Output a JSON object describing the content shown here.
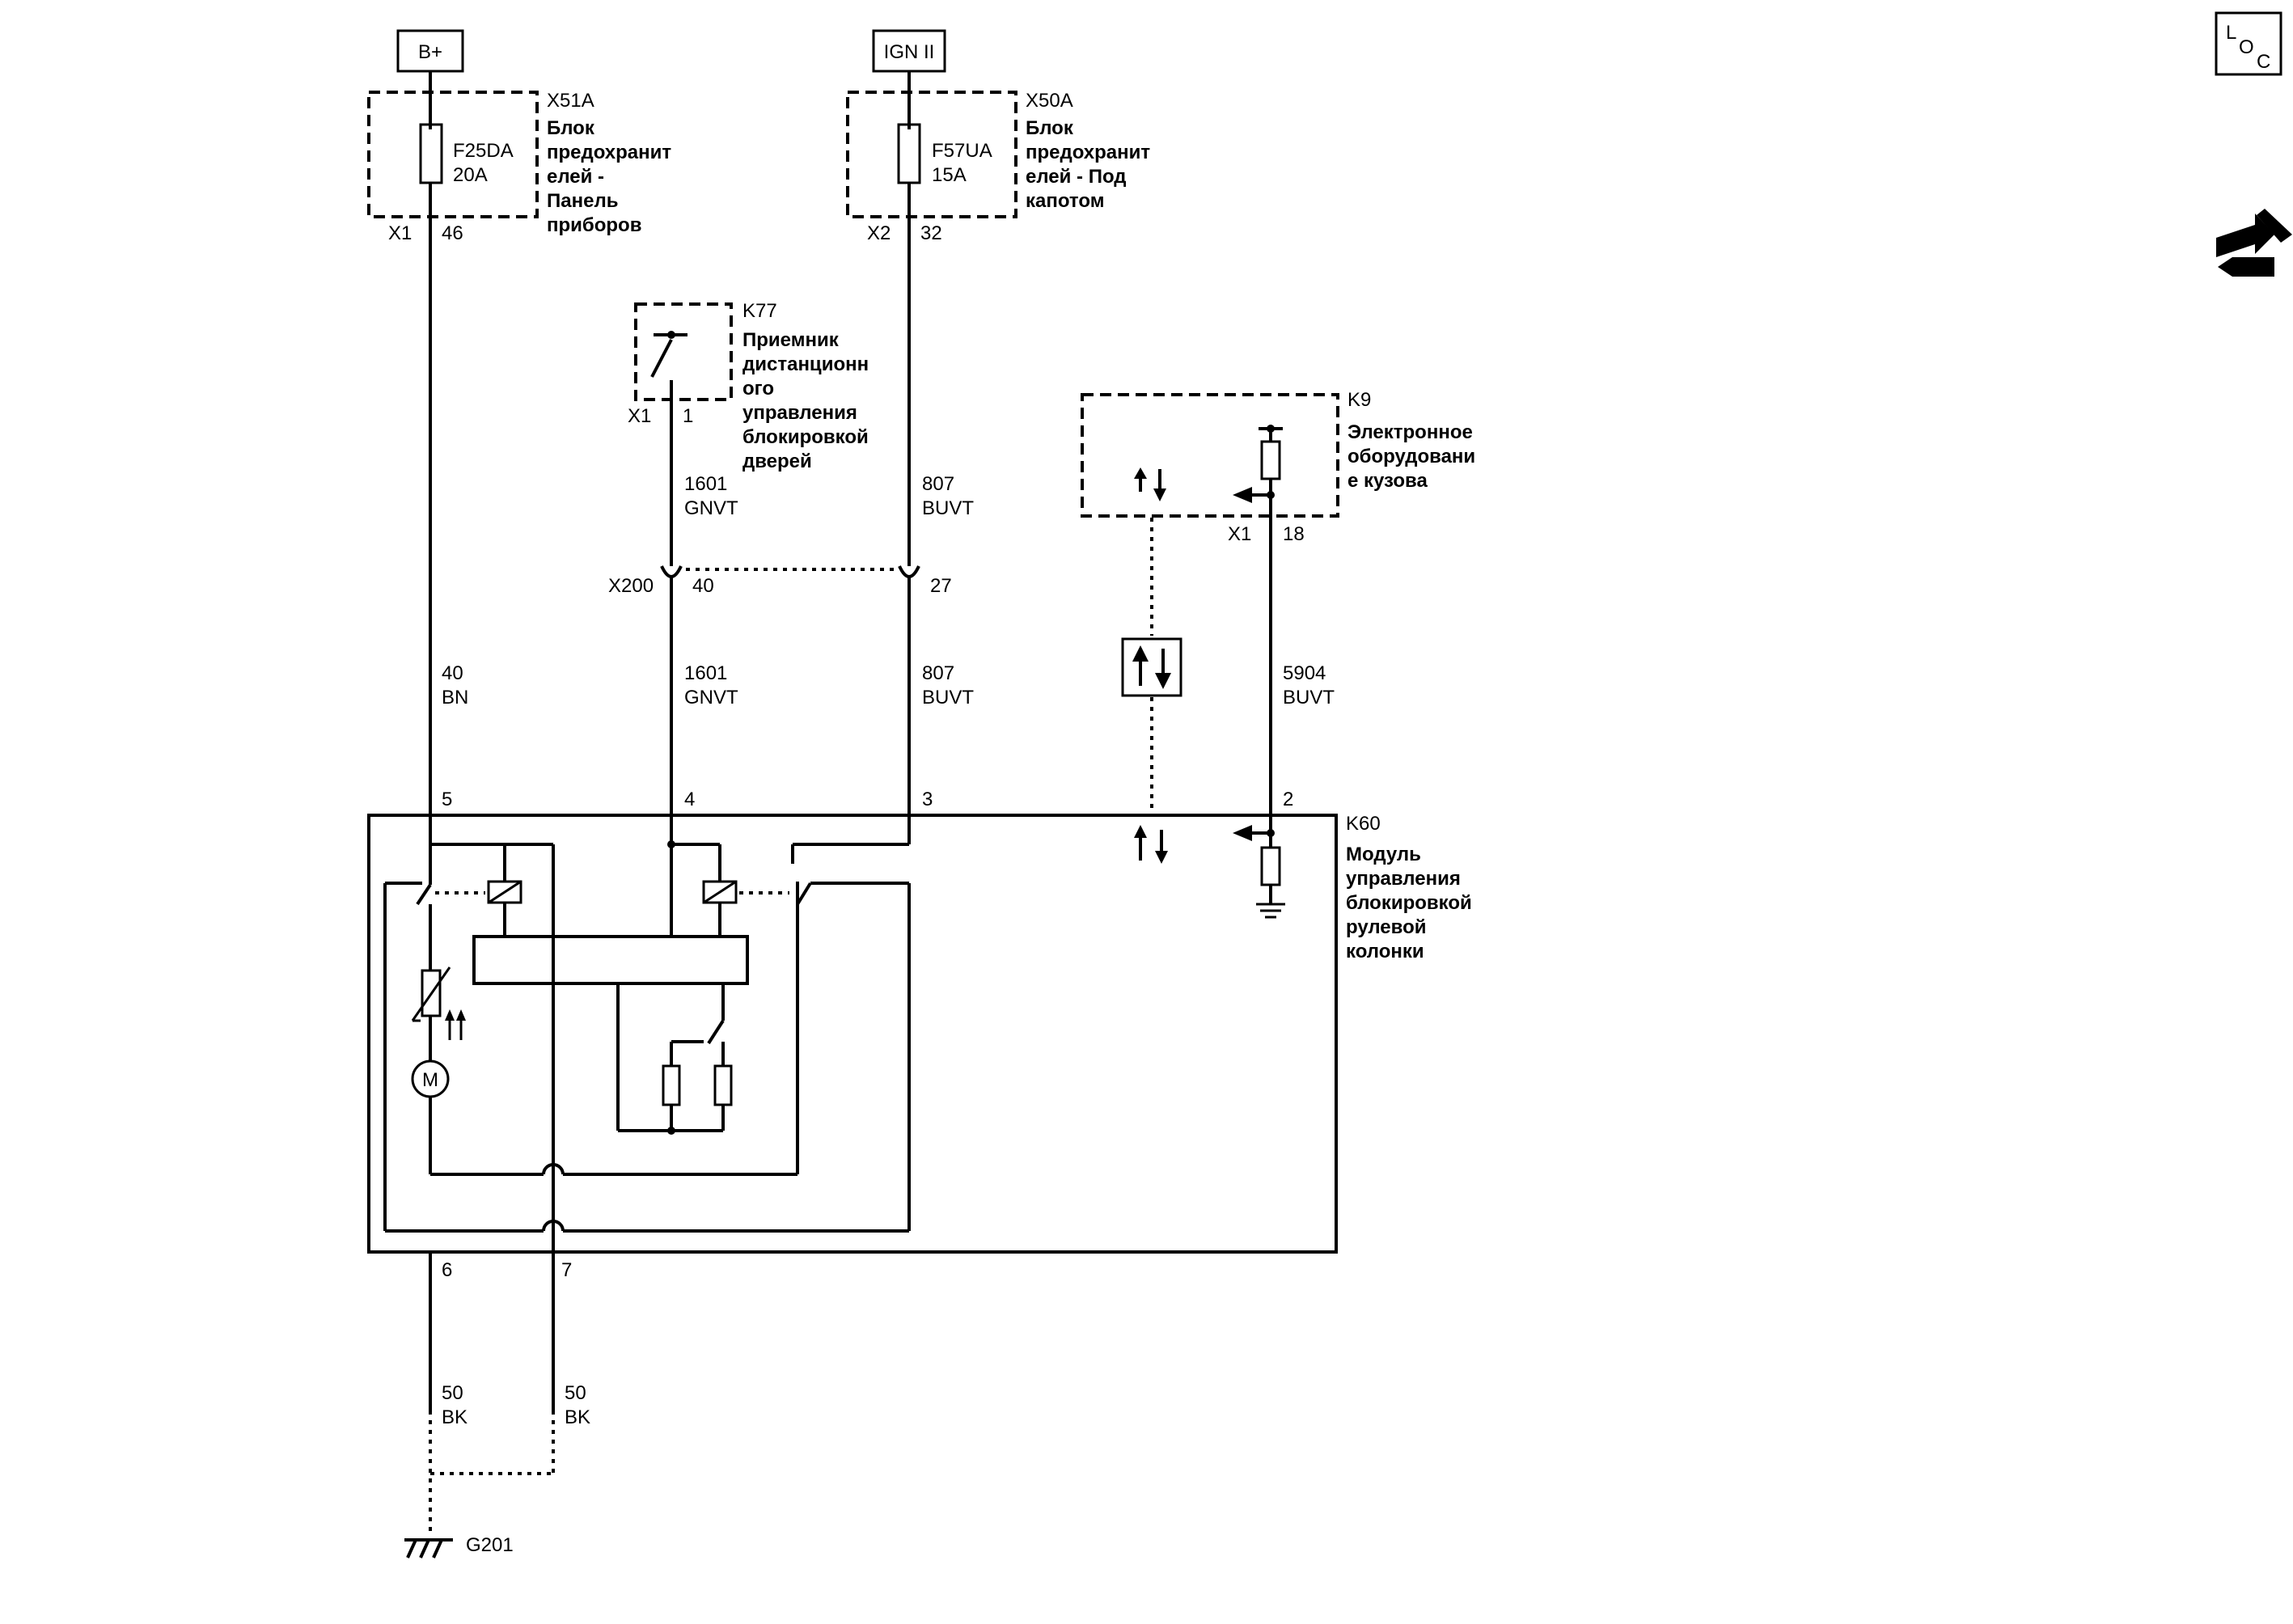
{
  "terminals": {
    "bplus": "B+",
    "ign": "IGN II"
  },
  "fuse_block_ip": {
    "id": "X51A",
    "name_lines": [
      "Блок",
      "предохранит",
      "елей -",
      "Панель",
      "приборов"
    ],
    "fuse": "F25DA",
    "rating": "20A",
    "connector": "X1",
    "pin": "46"
  },
  "fuse_block_uh": {
    "id": "X50A",
    "name_lines": [
      "Блок",
      "предохранит",
      "елей - Под",
      "капотом"
    ],
    "fuse": "F57UA",
    "rating": "15A",
    "connector": "X2",
    "pin": "32"
  },
  "k77": {
    "id": "K77",
    "name_lines": [
      "Приемник",
      "дистанционн",
      "ого",
      "управления",
      "блокировкой",
      "дверей"
    ],
    "connector": "X1",
    "pin": "1"
  },
  "k9": {
    "id": "K9",
    "name_lines": [
      "Электронное",
      "оборудовани",
      "е кузова"
    ],
    "connector": "X1",
    "pin": "18"
  },
  "k60": {
    "id": "K60",
    "name_lines": [
      "Модуль",
      "управления",
      "блокировкой",
      "рулевой",
      "колонки"
    ],
    "pins": {
      "p5": "5",
      "p4": "4",
      "p3": "3",
      "p2": "2",
      "p6": "6",
      "p7": "7"
    }
  },
  "inline_connector": {
    "id": "X200",
    "pin_a": "40",
    "pin_b": "27"
  },
  "wires": {
    "w1601_top": {
      "circuit": "1601",
      "color": "GNVT"
    },
    "w807_top": {
      "circuit": "807",
      "color": "BUVT"
    },
    "w40": {
      "circuit": "40",
      "color": "BN"
    },
    "w1601_bot": {
      "circuit": "1601",
      "color": "GNVT"
    },
    "w807_bot": {
      "circuit": "807",
      "color": "BUVT"
    },
    "w5904": {
      "circuit": "5904",
      "color": "BUVT"
    },
    "w50a": {
      "circuit": "50",
      "color": "BK"
    },
    "w50b": {
      "circuit": "50",
      "color": "BK"
    }
  },
  "ground": {
    "id": "G201"
  },
  "motor": {
    "symbol": "M"
  },
  "loc_badge": {
    "l": "L",
    "o": "O",
    "c": "C"
  }
}
